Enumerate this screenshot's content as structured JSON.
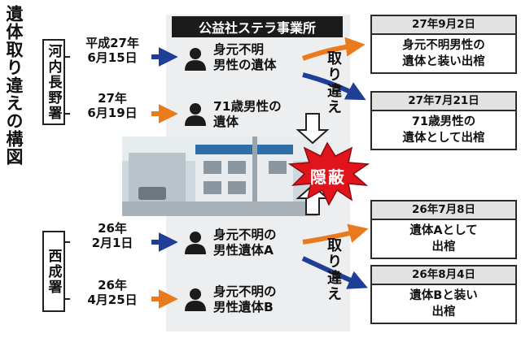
{
  "title": "遺体取り違えの構図",
  "facility": "公益社ステラ事業所",
  "stations": [
    {
      "name": "河内長野署"
    },
    {
      "name": "西成署"
    }
  ],
  "events": [
    {
      "date_line1": "平成27年",
      "date_line2": "6月15日",
      "label_line1": "身元不明",
      "label_line2": "男性の遺体",
      "arrow_color": "#1f3e95"
    },
    {
      "date_line1": "27年",
      "date_line2": "6月19日",
      "label_line1": "71歳男性の",
      "label_line2": "遺体",
      "arrow_color": "#ea7a1e"
    },
    {
      "date_line1": "26年",
      "date_line2": "2月1日",
      "label_line1": "身元不明の",
      "label_line2": "男性遺体A",
      "arrow_color": "#1f3e95"
    },
    {
      "date_line1": "26年",
      "date_line2": "4月25日",
      "label_line1": "身元不明の",
      "label_line2": "男性遺体B",
      "arrow_color": "#ea7a1e"
    }
  ],
  "mixup_label": "取り違え",
  "cover_up": "隠蔽",
  "outcomes": [
    {
      "date": "27年9月2日",
      "text_line1": "身元不明男性の",
      "text_line2": "遺体と装い出棺",
      "arrow_color": "#ea7a1e"
    },
    {
      "date": "27年7月21日",
      "text_line1": "71歳男性の",
      "text_line2": "遺体として出棺",
      "arrow_color": "#1f3e95"
    },
    {
      "date": "26年7月8日",
      "text_line1": "遺体Aとして",
      "text_line2": "出棺",
      "arrow_color": "#ea7a1e"
    },
    {
      "date": "26年8月4日",
      "text_line1": "遺体Bと装い",
      "text_line2": "出棺",
      "arrow_color": "#1f3e95"
    }
  ],
  "colors": {
    "blue": "#1f3e95",
    "orange": "#ea7a1e",
    "burst_red": "#e1141c",
    "dark": "#1b1b1b"
  },
  "icons": [
    "person-icon",
    "down-arrow-icon",
    "up-arrow-icon",
    "explosion-burst-icon"
  ]
}
